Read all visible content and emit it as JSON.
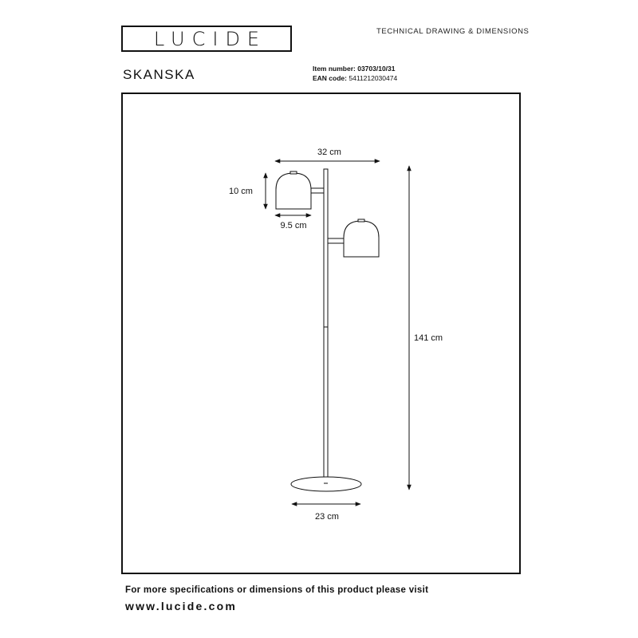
{
  "header": {
    "logo_text": "LUCIDE",
    "doc_type": "TECHNICAL DRAWING & DIMENSIONS",
    "product_name": "SKANSKA",
    "item_number_label": "Item number:",
    "item_number": "03703/10/31",
    "ean_label": "EAN code:",
    "ean": "5411212030474"
  },
  "dimensions": {
    "head_width": "32 cm",
    "shade_height": "10 cm",
    "shade_diameter": "9.5 cm",
    "total_height": "141 cm",
    "base_diameter": "23 cm"
  },
  "footer": {
    "text": "For more specifications or dimensions of this product please visit",
    "url": "www.lucide.com"
  }
}
